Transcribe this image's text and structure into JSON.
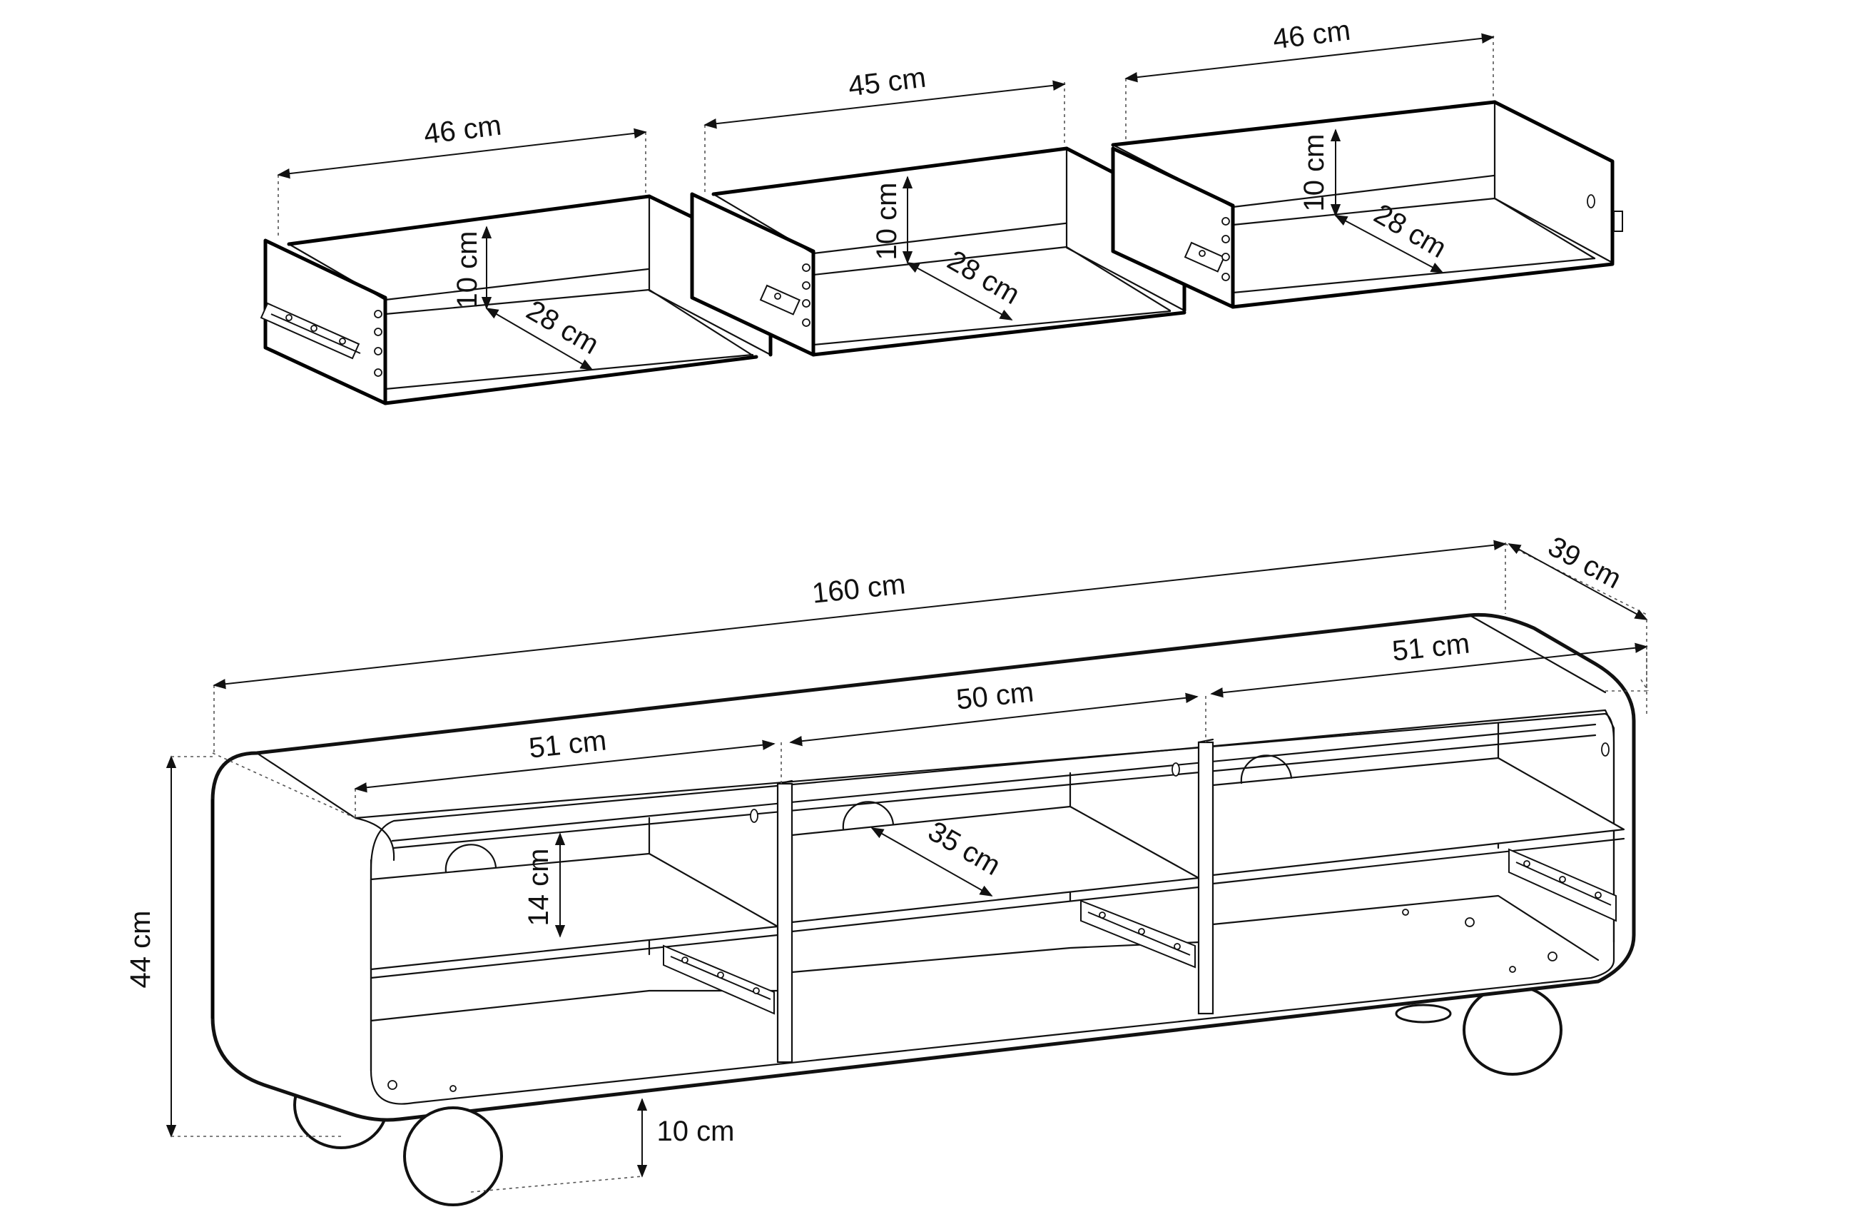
{
  "drawer_dimensions": {
    "left": {
      "width": "46 cm",
      "height": "10 cm",
      "depth": "28 cm"
    },
    "middle": {
      "width": "45 cm",
      "height": "10 cm",
      "depth": "28 cm"
    },
    "right": {
      "width": "46 cm",
      "height": "10 cm",
      "depth": "28 cm"
    }
  },
  "cabinet_dimensions": {
    "total_width": "160 cm",
    "depth": "39 cm",
    "height": "44 cm",
    "leg_height": "10 cm",
    "shelf_height": "14 cm",
    "shelf_depth": "35 cm",
    "left_compartment": "51 cm",
    "middle_compartment": "50 cm",
    "right_compartment": "51 cm"
  }
}
